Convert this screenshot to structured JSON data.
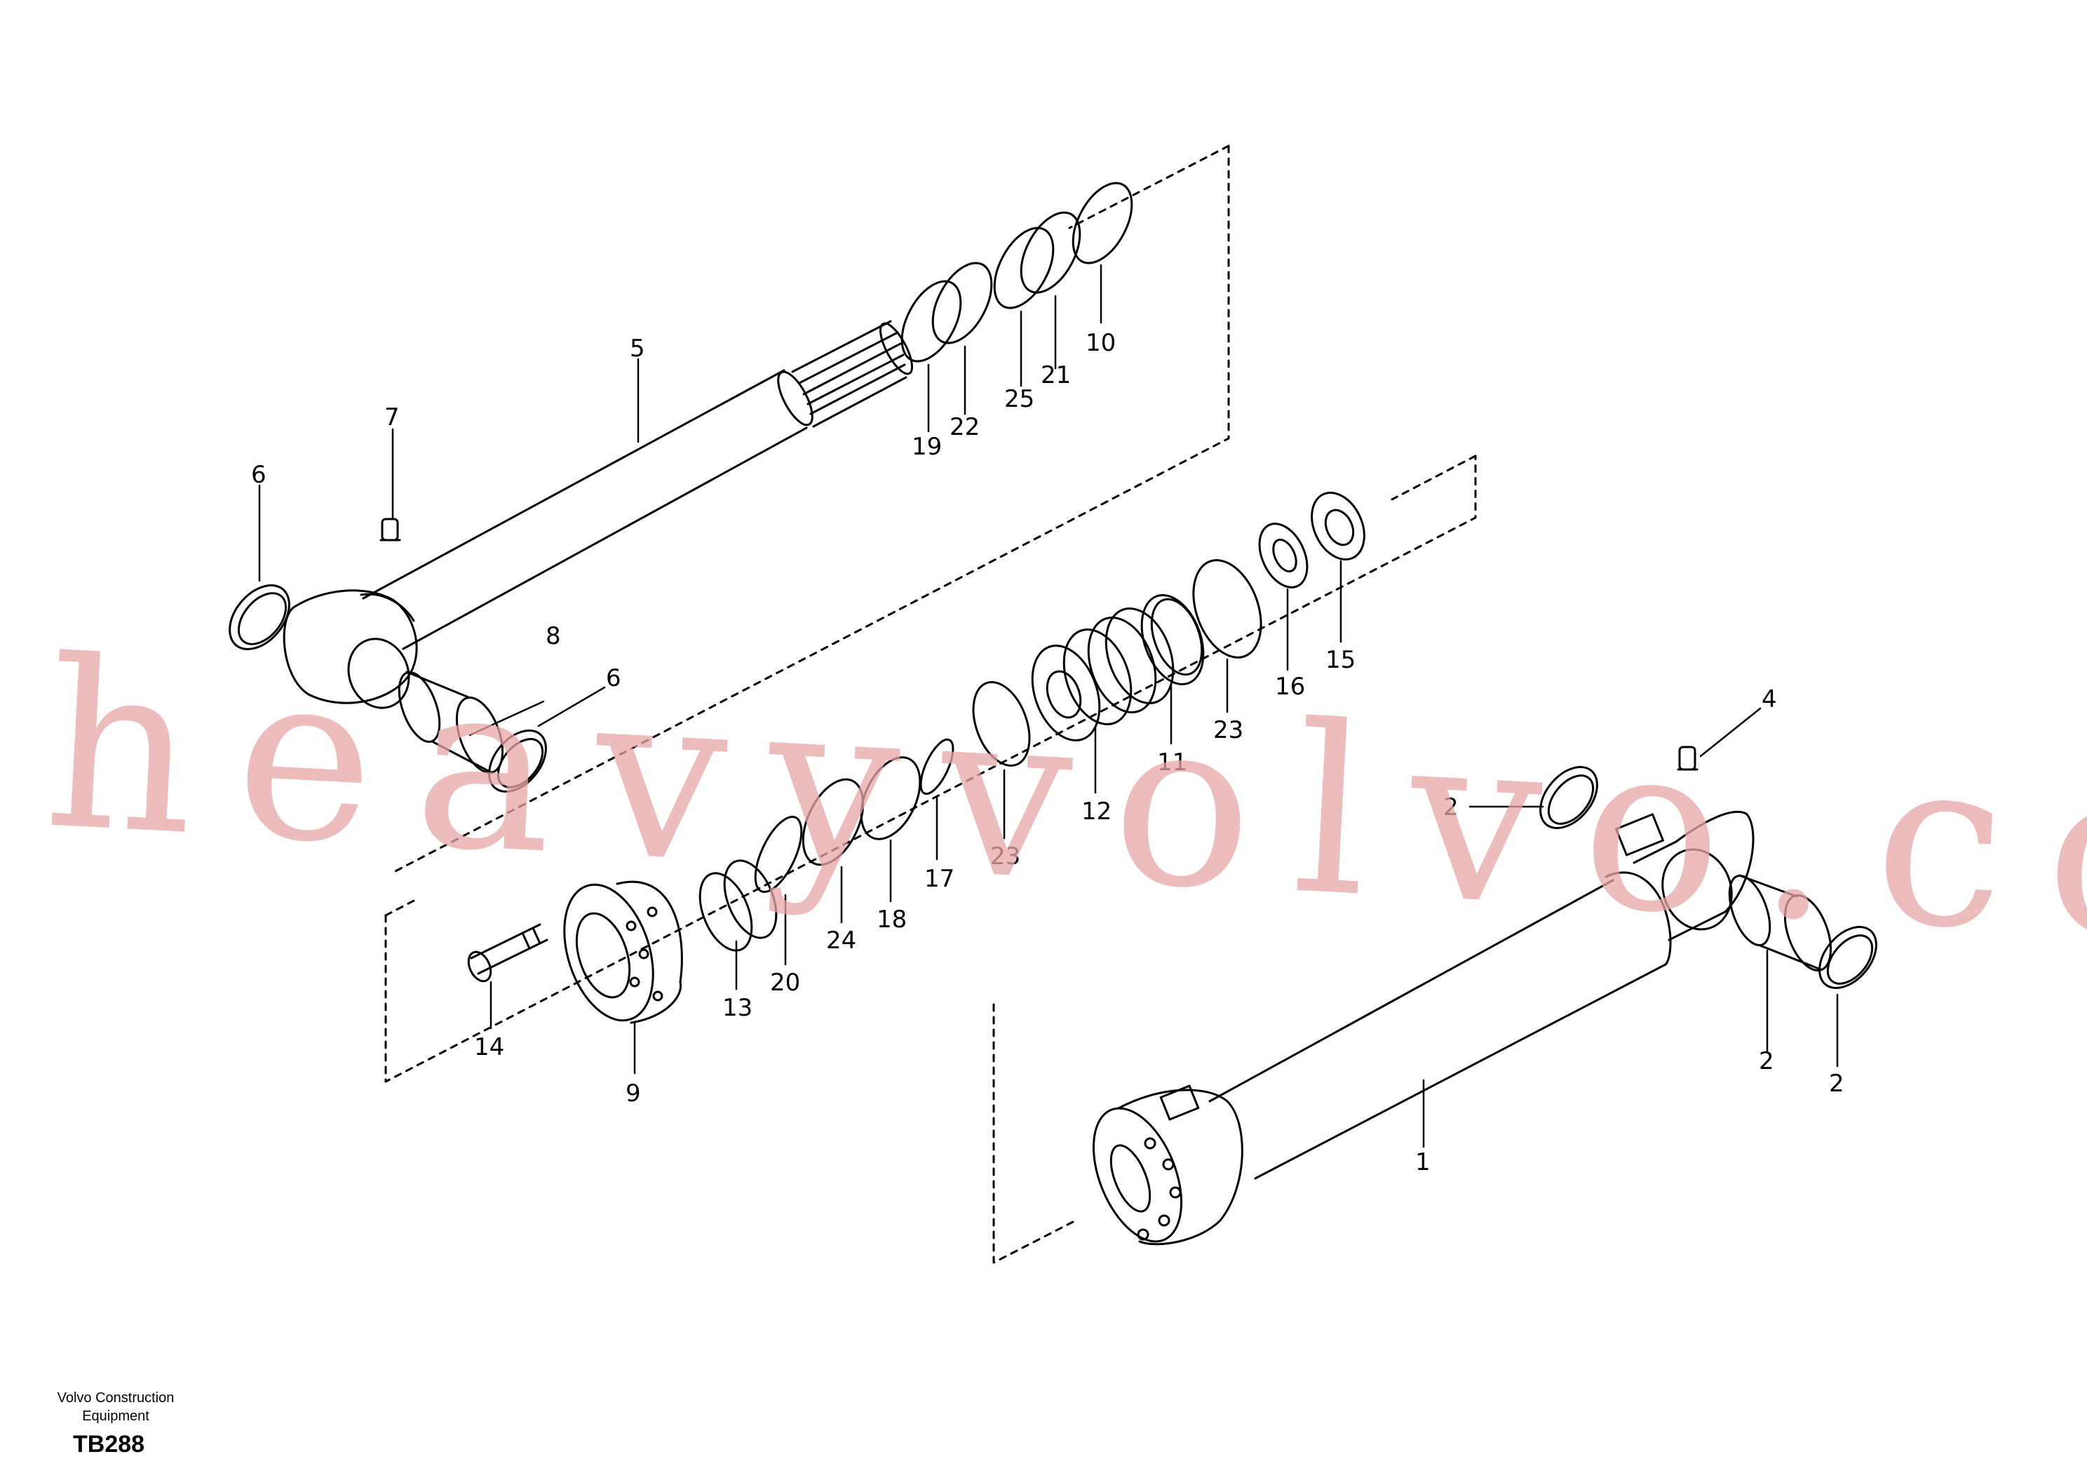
{
  "diagram": {
    "callouts": [
      "1",
      "2",
      "2",
      "2",
      "4",
      "5",
      "6",
      "6",
      "7",
      "8",
      "9",
      "10",
      "11",
      "12",
      "13",
      "14",
      "15",
      "16",
      "17",
      "18",
      "19",
      "20",
      "21",
      "22",
      "23",
      "23",
      "24",
      "25"
    ],
    "watermark": "heavyvolvo.com"
  },
  "footer": {
    "company_line1": "Volvo Construction",
    "company_line2": "Equipment",
    "drawing_code": "TB288"
  },
  "colors": {
    "line": "#000000",
    "watermark": "#e8a6a6",
    "background": "#ffffff"
  }
}
